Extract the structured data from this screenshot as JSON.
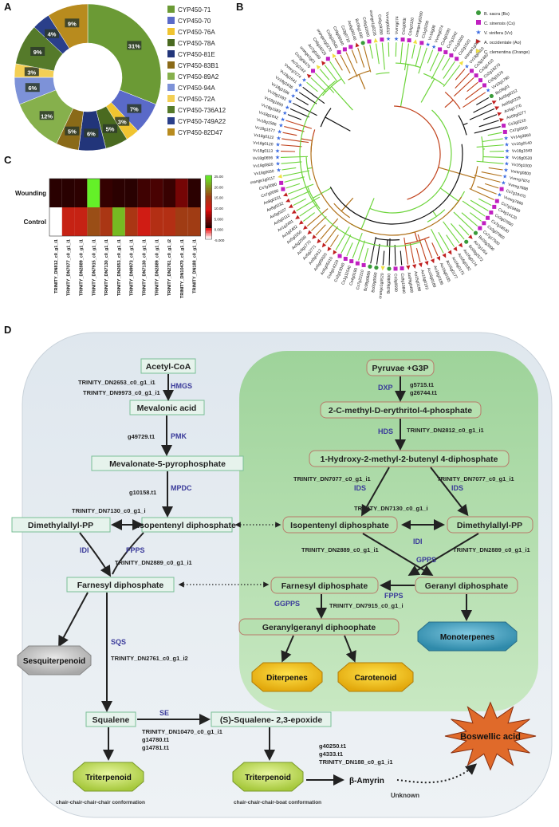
{
  "panels": {
    "a": "A",
    "b": "B",
    "c": "C",
    "d": "D"
  },
  "donut": {
    "slices": [
      {
        "label": "CYP450-71",
        "pct": "31%",
        "frac": 0.31,
        "color": "#6b9a35"
      },
      {
        "label": "CYP450-70",
        "pct": "7%",
        "frac": 0.07,
        "color": "#5a6ac8"
      },
      {
        "label": "CYP450-76A",
        "pct": "3%",
        "frac": 0.03,
        "color": "#f0c430"
      },
      {
        "label": "CYP450-78A",
        "pct": "5%",
        "frac": 0.05,
        "color": "#4a6a20"
      },
      {
        "label": "CYP450-81E",
        "pct": "6%",
        "frac": 0.06,
        "color": "#22357a"
      },
      {
        "label": "CYP450-83B1",
        "pct": "5%",
        "frac": 0.05,
        "color": "#8a6a18"
      },
      {
        "label": "CYP450-89A2",
        "pct": "12%",
        "frac": 0.12,
        "color": "#86b04c"
      },
      {
        "label": "CYP450-94A",
        "pct": "6%",
        "frac": 0.06,
        "color": "#7d92d8"
      },
      {
        "label": "CYP450-72A",
        "pct": "3%",
        "frac": 0.03,
        "color": "#f3cf55"
      },
      {
        "label": "CYP450-736A12",
        "pct": "9%",
        "frac": 0.09,
        "color": "#557a2a"
      },
      {
        "label": "CYP450-749A22",
        "pct": "4%",
        "frac": 0.04,
        "color": "#2a3f8a"
      },
      {
        "label": "CYP450-82D47",
        "pct": "9%",
        "frac": 0.09,
        "color": "#b88b1e"
      }
    ]
  },
  "tree_legend": [
    {
      "label": "B. sacra (Bs)",
      "shape": "circle",
      "color": "#3a9a3a"
    },
    {
      "label": "C. sinensis (Cs)",
      "shape": "square",
      "color": "#c020c0"
    },
    {
      "label": "V. vinifera (Vv)",
      "shape": "star",
      "color": "#3a6ae0"
    },
    {
      "label": "A. occidentale (Ao)",
      "shape": "triangle",
      "color": "#c02020"
    },
    {
      "label": "C. clementina (Orange)",
      "shape": "triangle",
      "color": "#f0e040"
    }
  ],
  "tree_tips": [
    "Vvmrg074",
    "Cs1g003t",
    "Cs4g3120",
    "orange1g0290",
    "Cs1g5200",
    "Vv16g08",
    "Vvmrg074",
    "Cs4g0290",
    "Cs7g1042",
    "Cs1g3200",
    "Cs2g1520",
    "orange1g026",
    "Vv19g0410",
    "Cs3g1480",
    "Cs3g1410",
    "Cs2g18270",
    "Cs5g1670",
    "Vv10g1780",
    "Bc09g01",
    "Ao05g0212",
    "Ao05g0229",
    "Ao5g1770",
    "Ao09g0277",
    "Cs3g0210",
    "Cs7g0500",
    "Vv14g3860",
    "Vv16g0140",
    "Vv16g1640",
    "Vv16g0520",
    "Vv16g1000",
    "Vvmrg0800",
    "Vvmrg7874",
    "Vvmrg7888",
    "Cs7g19470",
    "Vvmrg7890",
    "Cs7g19490",
    "Cs4g14120",
    "Cs3g07850",
    "Cs7g18530",
    "Cs3g07860",
    "Cs7g17930",
    "Bc09g3990",
    "Ao7g1454",
    "Bc09g2572",
    "Ao16g0174",
    "Ao16g0182",
    "Ao16g0175",
    "Ao16g0177",
    "Ao16g0185",
    "Ao16g0186",
    "Ao16g0189",
    "Ao16g0192",
    "Ao15g0198",
    "Ao09g0408",
    "Cs9g10840",
    "Cs3g0590",
    "Bc09g0800",
    "orange1g0520",
    "Bc09g0960",
    "Bc09g0888",
    "Cs7g22210",
    "Cs4g0190",
    "Cs1g11540",
    "Cs2g13040",
    "Cs4g14220",
    "Ao5g05010",
    "Ao5g05020",
    "Ao5g0412",
    "Ao5g2771",
    "Ao5g1770",
    "Ao5g2598",
    "Ao5g0250",
    "Ao1g2482",
    "Ao1g2481",
    "Ao5g0112",
    "Ao5g0107",
    "Ao8g0232",
    "Ao8g0231",
    "Cs7g0090",
    "Cs7g3080",
    "orange1g0117",
    "Vv18g0650",
    "Vv18g0820",
    "Vv18g0656",
    "Vv18g0113",
    "Vv18g0120",
    "Vv18g0122",
    "Vv18g1577",
    "Vv18g1586",
    "Vv18g1642",
    "Vv18g1583",
    "Vv18g1650",
    "Vv18g1593",
    "Vv18g1586",
    "Vv18g1636",
    "Vv18g1641",
    "Vvmrg7274",
    "Ao7g2162",
    "Cs2g06470",
    "orange1g01",
    "Ao7g0160",
    "Cs6g16025",
    "orange1g0270",
    "Cs9g20500",
    "Cs9g06540",
    "Cs3g0710",
    "Ao6g09140",
    "Bc09g1930",
    "Cs5g11600",
    "orange1g0226",
    "Cs6g19280",
    "Vvmrg06512"
  ],
  "heatmap": {
    "rows": [
      "Wounding",
      "Control"
    ],
    "cols": [
      "TRINITY_DN812_c0_g1_i1",
      "TRINITY_DN7077_c0_g1_i1",
      "TRINITY_DN2889_c0_g1_i1",
      "TRINITY_DN7915_c0_g1_i1",
      "TRINITY_DN7130_c0_g1_i1",
      "TRINITY_DN2653_c0_g1_i1",
      "TRINITY_DN9973_c0_g1_i1",
      "TRINITY_DN7130_c0_g1_i1",
      "TRINITY_DN2889_c0_g1_i1",
      "TRINITY_DN2761_c0_g1_i2",
      "TRINITY_DN10470_c0_g1_i1",
      "TRINITY_DN188_c0_g1_i1"
    ],
    "values": [
      [
        0.5,
        0.5,
        0.7,
        25,
        1,
        0.6,
        0.5,
        1.5,
        2,
        1.2,
        4,
        0.6
      ],
      [
        -5,
        11,
        11,
        16,
        14,
        22,
        14,
        10,
        13,
        13,
        15,
        15
      ]
    ],
    "scale_ticks": [
      "25.00",
      "20.00",
      "15.00",
      "10.00",
      "5.000",
      "0.000",
      "-5.000"
    ],
    "scale_min": -5,
    "scale_max": 25
  },
  "pathway": {
    "mva": {
      "acetyl": "Acetyl-CoA",
      "mev_acid": "Mevalonic acid",
      "mev5pp": "Mevalonate-5-pyrophosphate",
      "dmapp": "Dimethylallyl-PP",
      "ipp": "Isopentenyl diphosphate",
      "fpp": "Farnesyl diphosphate",
      "squalene": "Squalene",
      "epoxide": "(S)-Squalene- 2,3-epoxide"
    },
    "mep": {
      "pyr": "Pyruvae +G3P",
      "mep": "2-C-methyl-D-erythritol-4-phosphate",
      "hmbpp": "1-Hydroxy-2-methyl-2-butenyl 4-diphosphate",
      "ipp": "Isopentenyl diphosphate",
      "dmapp": "Dimethylallyl-PP",
      "fpp": "Farnesyl diphosphate",
      "gpp": "Geranyl diphosphate",
      "ggpp": "Geranylgeranyl diphoophate"
    },
    "enzymes": {
      "hmgs": "HMGS",
      "pmk": "PMK",
      "mpdc": "MPDC",
      "idi": "IDI",
      "fpps": "FPPS",
      "sqs": "SQS",
      "se": "SE",
      "dxp": "DXP",
      "hds": "HDS",
      "ids": "IDS",
      "gpps": "GPPS",
      "ggpps": "GGPPS"
    },
    "genes": {
      "g_hmgs1": "TRINITY_DN2653_c0_g1_i1",
      "g_hmgs2": "TRINITY_DN9973_c0_g1_i1",
      "g_pmk": "g49729.t1",
      "g_mpdc": "g10158.t1",
      "g_idi": "TRINITY_DN7130_c0_g1_i",
      "g_fpps": "TRINITY_DN2889_c0_g1_i1",
      "g_sqs": "TRINITY_DN2761_c0_g1_i2",
      "g_se1": "TRINITY_DN10470_c0_g1_i1",
      "g_se2": "g14780.t1",
      "g_se3": "g14781.t1",
      "g_amy1": "g40250.t1",
      "g_amy2": "g4333.t1",
      "g_amy3": "TRINITY_DN188_c0_g1_i1",
      "g_dxp1": "g5715.t1",
      "g_dxp2": "g26744.t1",
      "g_hds": "TRINITY_DN2812_c0_g1_i1",
      "g_ids1": "TRINITY_DN7077_c0_g1_i1",
      "g_ids2": "TRINITY_DN7077_c0_g1_i1",
      "g_idi2": "TRINITY_DN7130_c0_g1_i",
      "g_gpps1": "TRINITY_DN2889_c0_g1_i1",
      "g_gpps2": "TRINITY_DN2889_c0_g1_i1",
      "g_ggpps": "TRINITY_DN7915_c0_g1_i"
    },
    "products": {
      "sesqui": "Sesquiterpenoid",
      "mono": "Monoterpenes",
      "diter": "Diterpenes",
      "carot": "Carotenoid",
      "triter1": "Triterpenoid",
      "triter2": "Triterpenoid",
      "amyrin": "β-Amyrin",
      "unknown": "Unknown",
      "boswellic": "Boswellic acid"
    },
    "notes": {
      "conf1": "chair-chair-chair-chair conformation",
      "conf2": "chair-chair-chair-boat conformation"
    }
  }
}
